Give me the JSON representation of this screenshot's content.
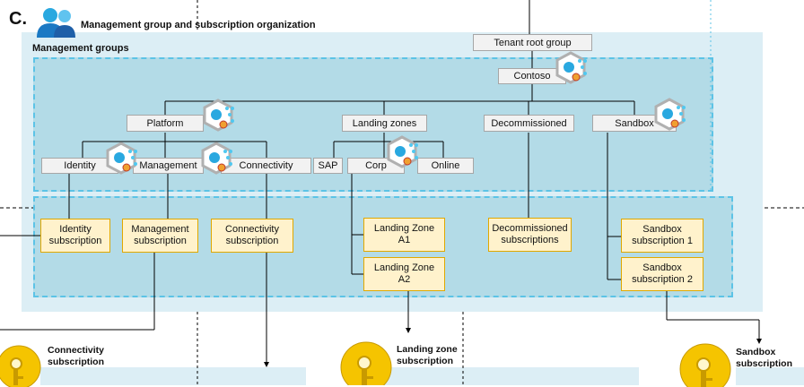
{
  "header": {
    "letter": "C.",
    "title": "Management group and subscription organization",
    "section_label": "Management groups"
  },
  "management_groups": {
    "tenant_root": "Tenant root group",
    "contoso": "Contoso",
    "platform": "Platform",
    "landing_zones": "Landing zones",
    "decommissioned": "Decommissioned",
    "sandbox": "Sandbox",
    "identity": "Identity",
    "management": "Management",
    "connectivity": "Connectivity",
    "sap": "SAP",
    "corp": "Corp",
    "online": "Online"
  },
  "subscriptions": {
    "identity": "Identity\nsubscription",
    "management": "Management\nsubscription",
    "connectivity": "Connectivity\nsubscription",
    "lz_a1": "Landing Zone\nA1",
    "lz_a2": "Landing Zone\nA2",
    "decommissioned": "Decommissioned\nsubscriptions",
    "sandbox1": "Sandbox\nsubscription 1",
    "sandbox2": "Sandbox\nsubscription 2"
  },
  "bottom": {
    "connectivity": "Connectivity\nsubscription",
    "landing_zone": "Landing zone\nsubscription",
    "sandbox": "Sandbox\nsubscription"
  },
  "colors": {
    "panel_outer": "#dceef5",
    "panel_inner": "#b3dbe7",
    "panel_border": "#5cc3e6",
    "subscription_fill": "#fff2cc",
    "subscription_border": "#e0a800",
    "key_fill": "#f5c400"
  }
}
